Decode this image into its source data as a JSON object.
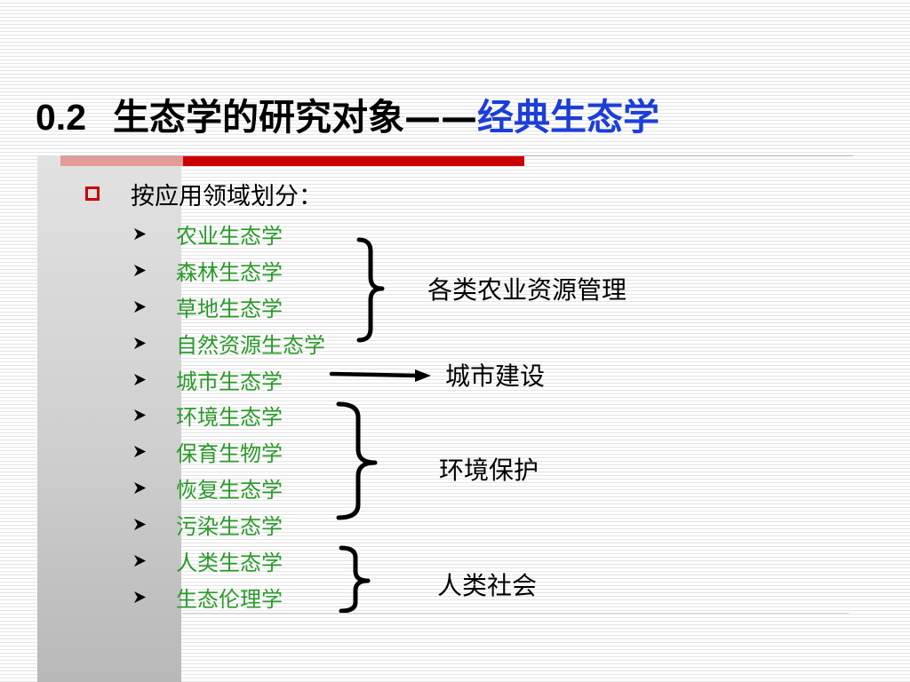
{
  "title": {
    "number": "0.2",
    "main": "生态学的研究对象——",
    "highlight": "经典生态学"
  },
  "heading": "按应用领域划分：",
  "items": [
    "农业生态学",
    "森林生态学",
    "草地生态学",
    "自然资源生态学",
    "城市生态学",
    "环境生态学",
    "保育生物学",
    "恢复生态学",
    "污染生态学",
    "人类生态学",
    "生态伦理学"
  ],
  "groups": {
    "agriculture": "各类农业资源管理",
    "urban": "城市建设",
    "environment": "环境保护",
    "human": "人类社会"
  },
  "colors": {
    "title_highlight": "#1c3ed8",
    "item_text": "#2a9a2a",
    "accent_red": "#cc0000",
    "accent_pink": "#e59a9a"
  }
}
